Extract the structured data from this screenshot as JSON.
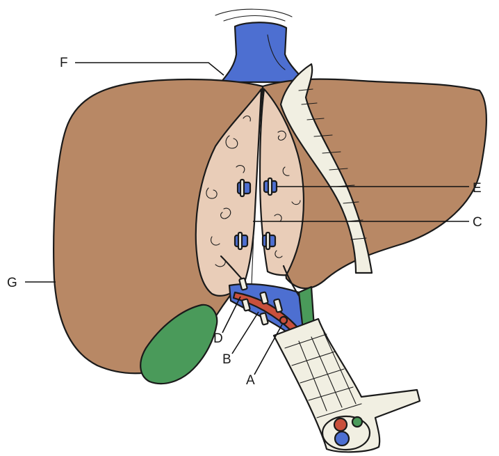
{
  "figure": {
    "labels": [
      {
        "id": "A",
        "text": "A"
      },
      {
        "id": "B",
        "text": "B"
      },
      {
        "id": "C",
        "text": "C"
      },
      {
        "id": "D",
        "text": "D"
      },
      {
        "id": "E",
        "text": "E"
      },
      {
        "id": "F",
        "text": "F"
      },
      {
        "id": "G",
        "text": "G"
      }
    ],
    "colors": {
      "liver": "#b88865",
      "cut_surface": "#e9cdb8",
      "vein": "#4d6fd1",
      "artery": "#c9503c",
      "bile_duct": "#4a9a5a",
      "gallbladder": "#4a9a5a",
      "ligament": "#f1efe2",
      "outline": "#1a1a1a"
    }
  }
}
